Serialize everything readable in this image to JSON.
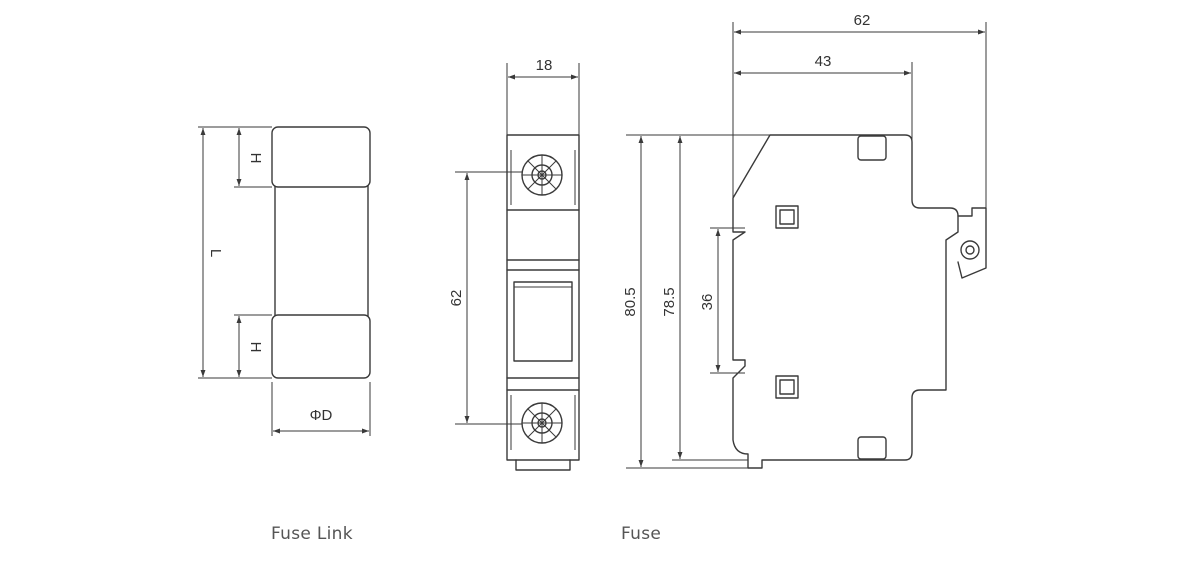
{
  "captions": {
    "fuse_link": "Fuse Link",
    "fuse": "Fuse"
  },
  "fuse_link_dims": {
    "cap_height_top": "H",
    "cap_height_bottom": "H",
    "length": "L",
    "diameter": "ΦD"
  },
  "front_view_dims": {
    "width": "18",
    "terminal_spacing": "62"
  },
  "side_view_dims": {
    "total_depth": "62",
    "body_depth": "43",
    "overall_height": "80.5",
    "body_height": "78.5",
    "rail_width": "36"
  },
  "colors": {
    "line": "#3a3a3a",
    "caption": "#555555"
  }
}
